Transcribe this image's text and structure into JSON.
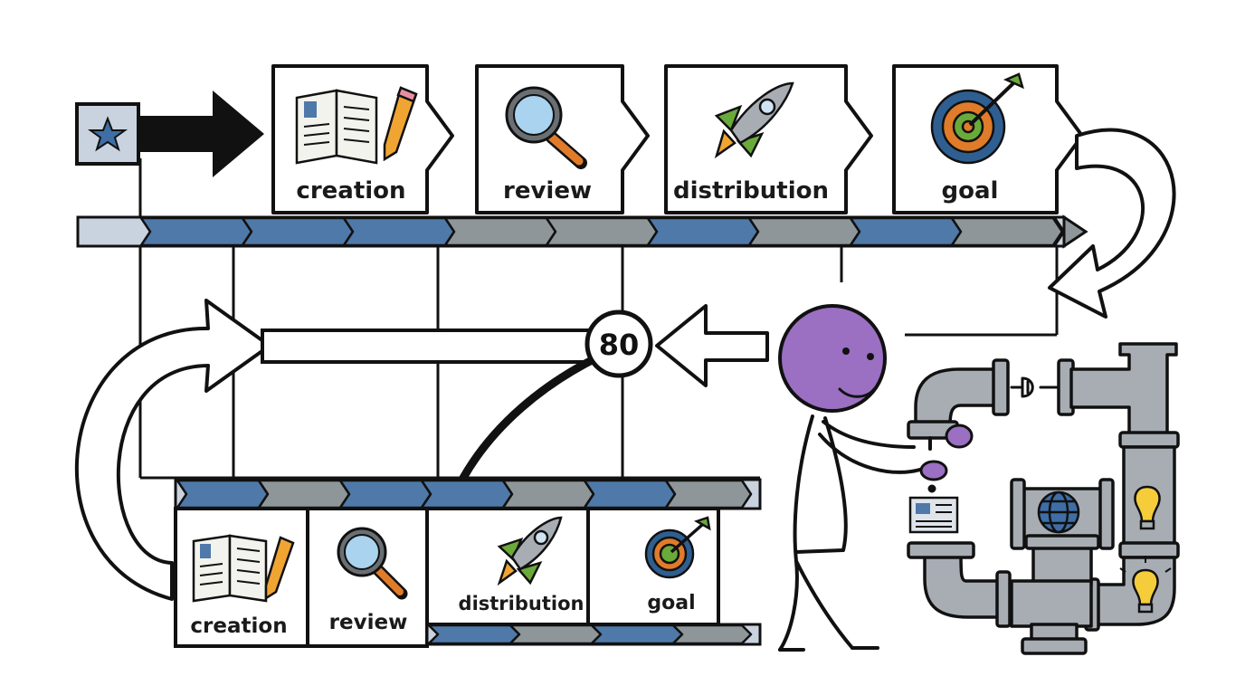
{
  "top_stages": [
    {
      "label": "creation",
      "icon": "book-pencil-icon"
    },
    {
      "label": "review",
      "icon": "magnifier-icon"
    },
    {
      "label": "distribution",
      "icon": "rocket-icon"
    },
    {
      "label": "goal",
      "icon": "target-icon"
    }
  ],
  "bottom_stages": [
    {
      "label": "creation",
      "icon": "book-pencil-icon"
    },
    {
      "label": "review",
      "icon": "magnifier-icon"
    },
    {
      "label": "distribution",
      "icon": "rocket-icon"
    },
    {
      "label": "goal",
      "icon": "target-icon"
    }
  ],
  "badge_value": "80",
  "start_icon": "star-icon",
  "colors": {
    "blue_segment": "#4f79a8",
    "gray_segment": "#8e9699",
    "figure_head": "#9b6fc2",
    "pipe": "#a7adb3",
    "target_orange": "#e07b2a",
    "target_blue": "#2f5f91",
    "target_green": "#6aaa3a"
  }
}
